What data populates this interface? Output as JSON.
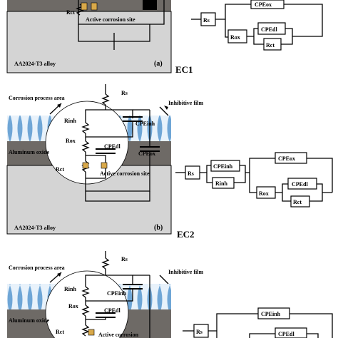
{
  "panels": [
    {
      "id": "a",
      "panel_label": "(a)",
      "model_label": "EC1",
      "alloy_label": "AA2024-T3 alloy",
      "site_label": "Active corrosion site",
      "resistor_labels": {
        "rct": "Rct"
      },
      "circuit": {
        "rs": "Rs",
        "cpe_ox": "CPEox",
        "r_ox": "Rox",
        "cpe_dl": "CPEdl",
        "r_ct": "Rct"
      }
    },
    {
      "id": "b",
      "panel_label": "(b)",
      "model_label": "EC2",
      "alloy_label": "AA2024-T3 alloy",
      "site_label": "Active corrosion site",
      "corrosion_area_label": "Corrosion process area",
      "film_label": "Inhibitive film",
      "oxide_label": "Aluminum oxide",
      "resistor_labels": {
        "rs": "Rs",
        "rinh": "Rinh",
        "rox": "Rox",
        "rct": "Rct"
      },
      "cpe_labels": {
        "inh": "CPEinh",
        "dl": "CPEdl",
        "ox": "CPEox"
      },
      "circuit": {
        "rs": "Rs",
        "cpe_inh": "CPEinh",
        "r_inh": "Rinh",
        "cpe_ox": "CPEox",
        "r_ox": "Rox",
        "cpe_dl": "CPEdl",
        "r_ct": "Rct"
      }
    },
    {
      "id": "c",
      "corrosion_area_label": "Corrosion process area",
      "film_label": "Inhibitive film",
      "oxide_label": "Aluminum oxide",
      "site_label": "Active corrosion",
      "resistor_labels": {
        "rs": "Rs",
        "rinh": "Rinh",
        "rox": "Rox",
        "rct": "Rct"
      },
      "cpe_labels": {
        "inh": "CPEinh",
        "dl": "CPEdl"
      },
      "circuit": {
        "rs": "Rs",
        "cpe_inh": "CPEinh",
        "cpe_dl": "CPEdl"
      }
    }
  ],
  "colors": {
    "film_blue": "#6fa6d6",
    "film_light": "#e8f2fb",
    "oxide": "#6e6a66",
    "alloy": "#d4d4d4",
    "site_tan": "#d9a94a",
    "bubble": "#ffffff"
  }
}
